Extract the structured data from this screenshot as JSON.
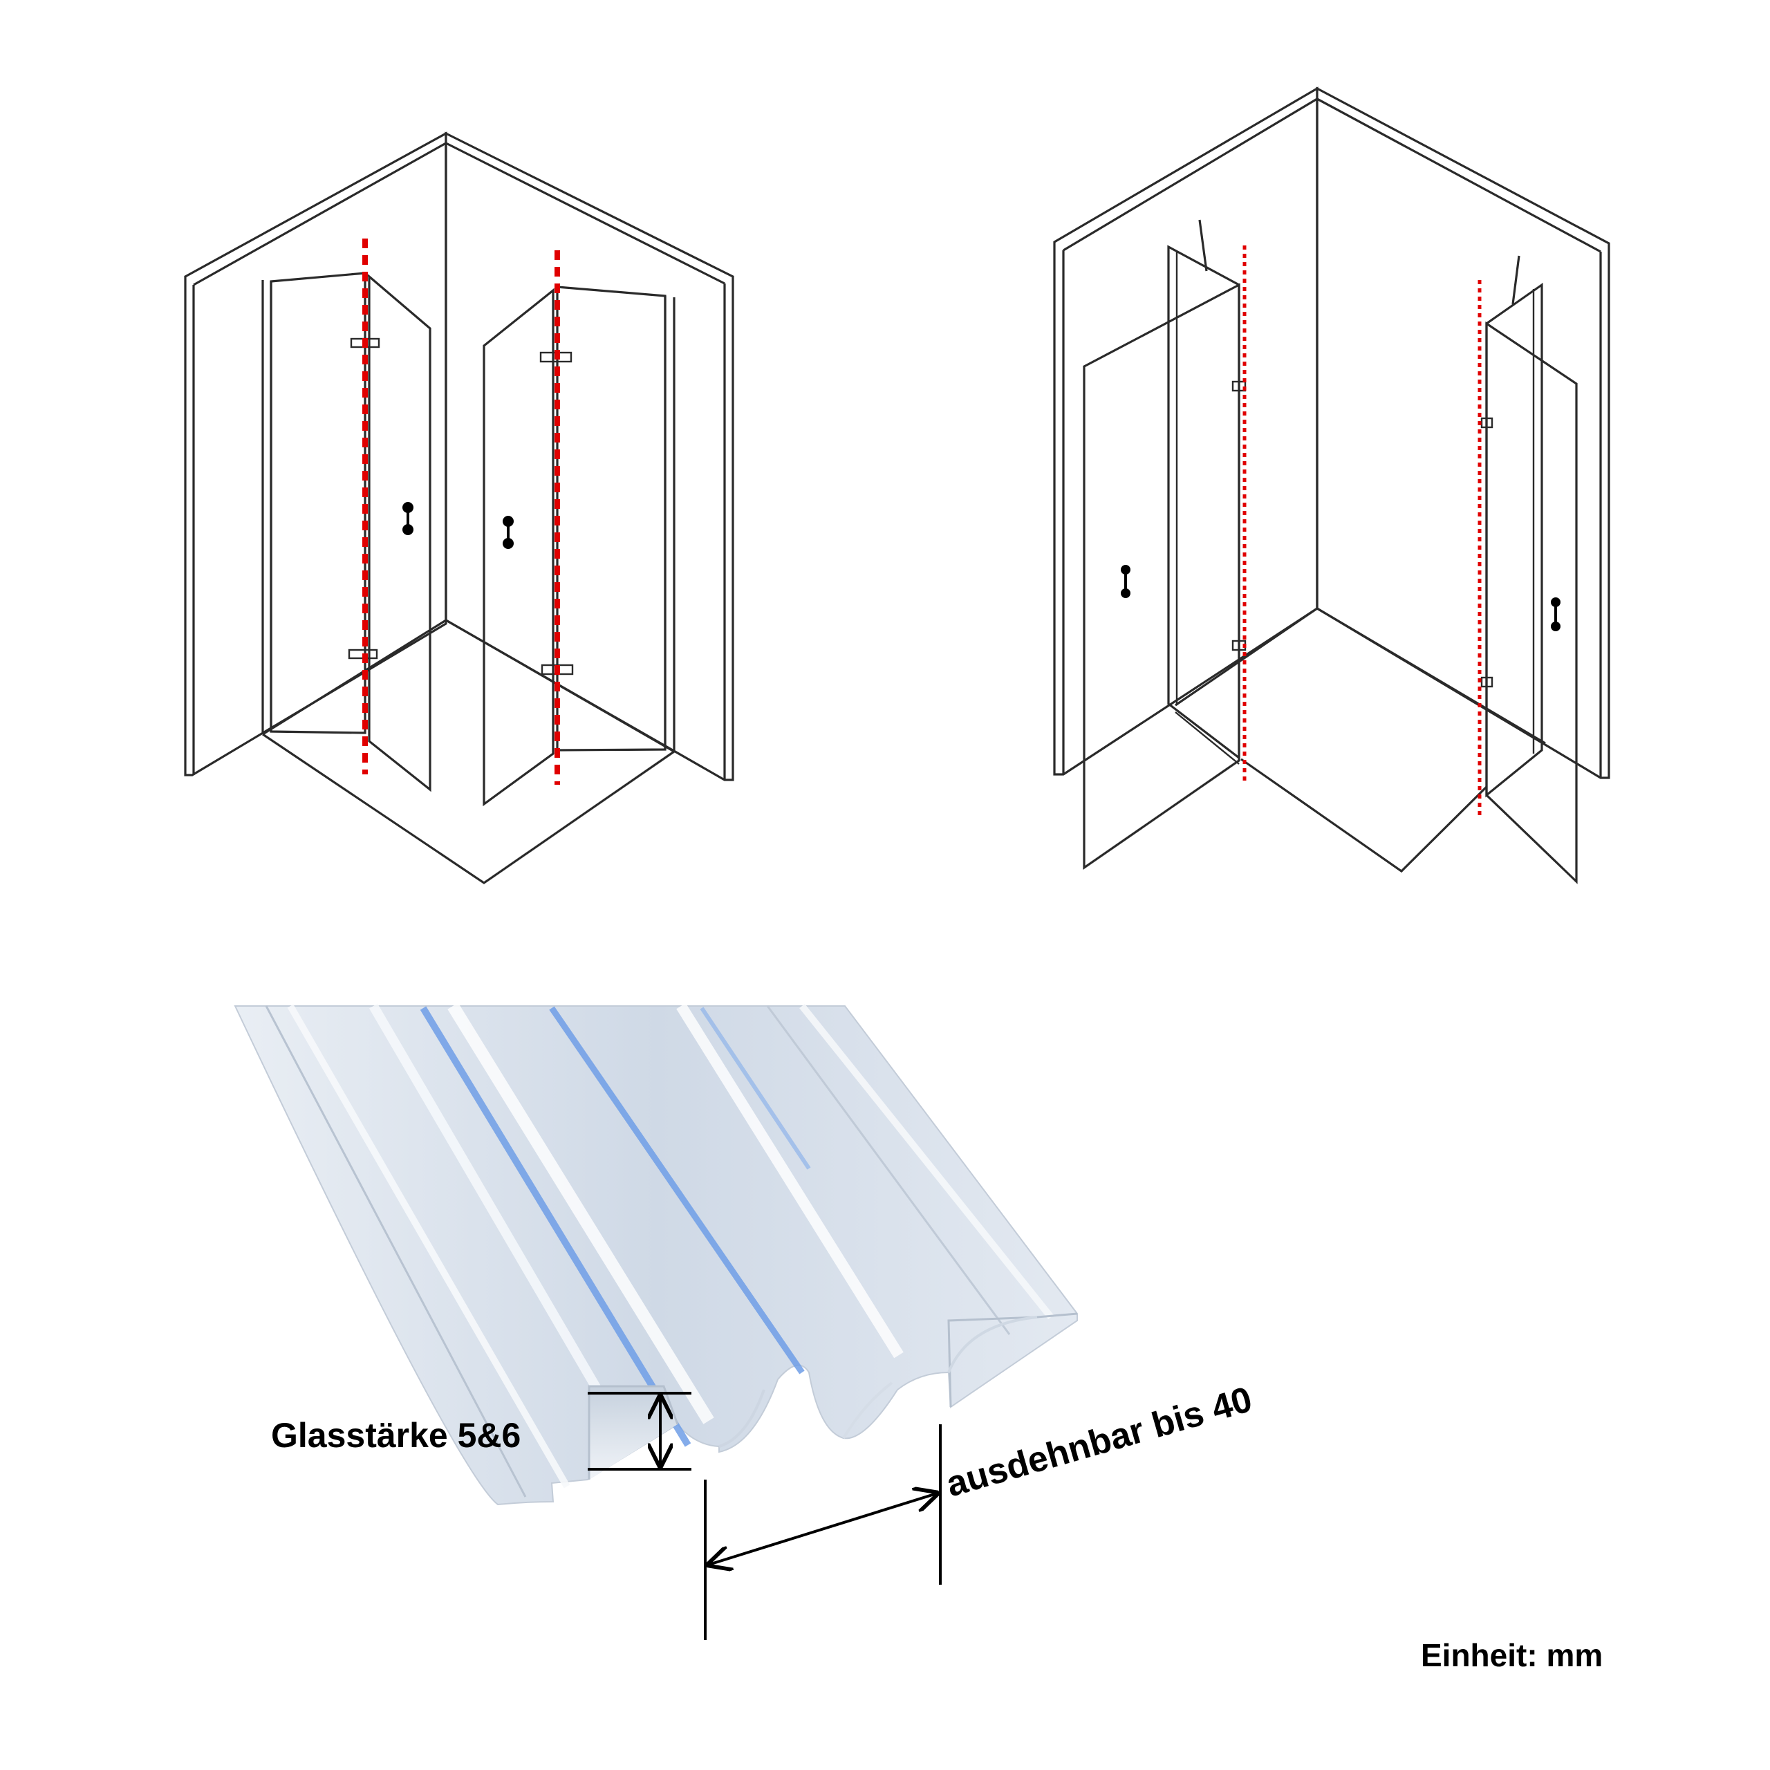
{
  "labels": {
    "glass_thickness": "Glasstärke 5&6",
    "expandable": "ausdehnbar bis 40",
    "unit": "Einheit: mm"
  },
  "colors": {
    "cut_line": "#e00000",
    "seal_body": "#dce4ee",
    "seal_accent": "#6f9ee6",
    "line": "#2a2a2a"
  }
}
